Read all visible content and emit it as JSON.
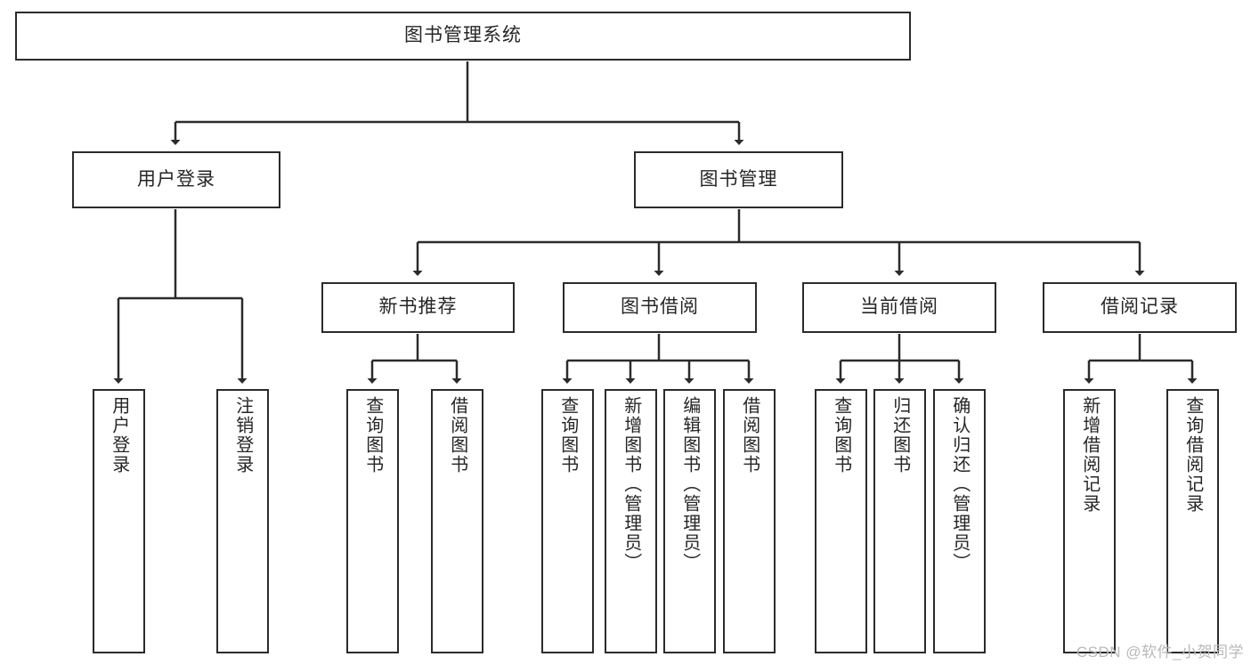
{
  "diagram": {
    "title": "图书管理系统",
    "type": "tree-hierarchy-chart",
    "stroke_color": "#2b2b2b",
    "fill_color": "#ffffff",
    "text_color": "#262626",
    "root": {
      "label": "图书管理系统"
    },
    "level2": [
      {
        "label": "用户登录"
      },
      {
        "label": "图书管理"
      }
    ],
    "level3": [
      {
        "label": "新书推荐"
      },
      {
        "label": "图书借阅"
      },
      {
        "label": "当前借阅"
      },
      {
        "label": "借阅记录"
      }
    ],
    "leaves": {
      "user_login": [
        {
          "label": "用户登录"
        },
        {
          "label": "注销登录"
        }
      ],
      "new_book_recommend": [
        {
          "label": "查询图书"
        },
        {
          "label": "借阅图书"
        }
      ],
      "book_borrow": [
        {
          "label": "查询图书"
        },
        {
          "label": "新增图书（管理员）"
        },
        {
          "label": "编辑图书（管理员）"
        },
        {
          "label": "借阅图书"
        }
      ],
      "current_borrow": [
        {
          "label": "查询图书"
        },
        {
          "label": "归还图书"
        },
        {
          "label": "确认归还（管理员）"
        }
      ],
      "borrow_record": [
        {
          "label": "新增借阅记录"
        },
        {
          "label": "查询借阅记录"
        }
      ]
    },
    "watermark": "CSDN @软件_小贺同学"
  }
}
